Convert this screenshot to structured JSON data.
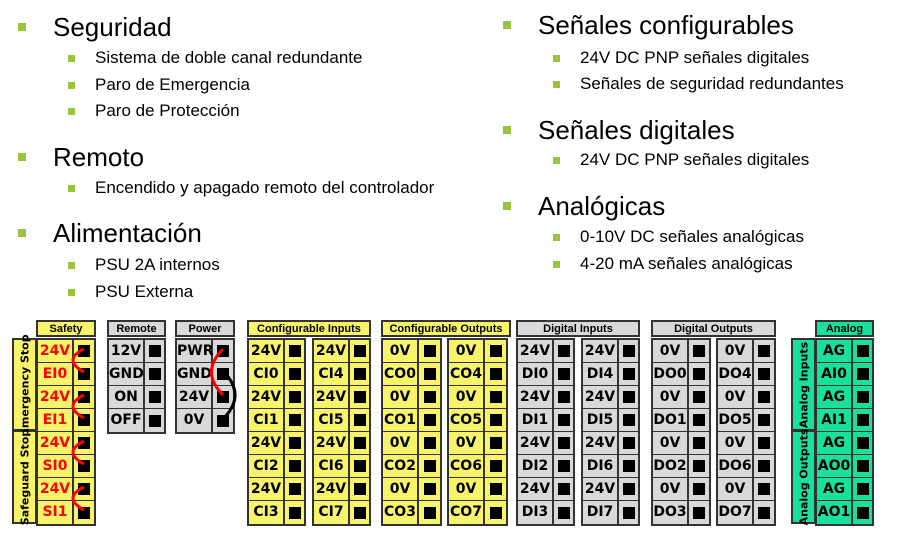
{
  "left": [
    {
      "title": "Seguridad",
      "items": [
        "Sistema de doble canal redundante",
        "Paro de Emergencia",
        "Paro de Protección"
      ]
    },
    {
      "title": "Remoto",
      "items": [
        "Encendido y apagado remoto del controlador"
      ]
    },
    {
      "title": "Alimentación",
      "items": [
        "PSU 2A internos",
        "PSU Externa"
      ]
    }
  ],
  "right": [
    {
      "title": "Señales configurables",
      "items": [
        "24V DC PNP señales digitales",
        "Señales de seguridad redundantes"
      ]
    },
    {
      "title": "Señales digitales",
      "items": [
        "24V DC PNP señales digitales"
      ]
    },
    {
      "title": "Analógicas",
      "items": [
        "0-10V DC señales analógicas",
        "4-20 mA señales analógicas"
      ]
    }
  ],
  "colors": {
    "bullet": "#9bc33c",
    "yellow": "#f7f36b",
    "gray": "#d9d9d9",
    "green": "#19e09a",
    "red": "#ff0000"
  },
  "blocks": [
    {
      "id": "safety",
      "header": "Safety",
      "theme": "yellow",
      "red": true,
      "columns": [
        [
          "24V",
          "EI0",
          "24V",
          "EI1",
          "24V",
          "SI0",
          "24V",
          "SI1"
        ]
      ],
      "side": [
        "Emergency Stop",
        "Safeguard Stop"
      ]
    },
    {
      "id": "remote",
      "header": "Remote",
      "theme": "gray",
      "columns": [
        [
          "12V",
          "GND",
          "ON",
          "OFF"
        ]
      ]
    },
    {
      "id": "power",
      "header": "Power",
      "theme": "gray",
      "columns": [
        [
          "PWR",
          "GND",
          "24V",
          "0V"
        ]
      ]
    },
    {
      "id": "configurable-inputs",
      "header": "Configurable Inputs",
      "theme": "yellow",
      "columns": [
        [
          "24V",
          "CI0",
          "24V",
          "CI1",
          "24V",
          "CI2",
          "24V",
          "CI3"
        ],
        [
          "24V",
          "CI4",
          "24V",
          "CI5",
          "24V",
          "CI6",
          "24V",
          "CI7"
        ]
      ]
    },
    {
      "id": "configurable-outputs",
      "header": "Configurable Outputs",
      "theme": "yellow",
      "columns": [
        [
          "0V",
          "CO0",
          "0V",
          "CO1",
          "0V",
          "CO2",
          "0V",
          "CO3"
        ],
        [
          "0V",
          "CO4",
          "0V",
          "CO5",
          "0V",
          "CO6",
          "0V",
          "CO7"
        ]
      ]
    },
    {
      "id": "digital-inputs",
      "header": "Digital Inputs",
      "theme": "gray",
      "columns": [
        [
          "24V",
          "DI0",
          "24V",
          "DI1",
          "24V",
          "DI2",
          "24V",
          "DI3"
        ],
        [
          "24V",
          "DI4",
          "24V",
          "DI5",
          "24V",
          "DI6",
          "24V",
          "DI7"
        ]
      ]
    },
    {
      "id": "digital-outputs",
      "header": "Digital Outputs",
      "theme": "gray",
      "columns": [
        [
          "0V",
          "DO0",
          "0V",
          "DO1",
          "0V",
          "DO2",
          "0V",
          "DO3"
        ],
        [
          "0V",
          "DO4",
          "0V",
          "DO5",
          "0V",
          "DO6",
          "0V",
          "DO7"
        ]
      ]
    },
    {
      "id": "analog",
      "header": "Analog",
      "theme": "green",
      "columns": [
        [
          "AG",
          "AI0",
          "AG",
          "AI1",
          "AG",
          "AO0",
          "AG",
          "AO1"
        ]
      ],
      "side": [
        "Analog Inputs",
        "Analog Outputs"
      ]
    }
  ]
}
